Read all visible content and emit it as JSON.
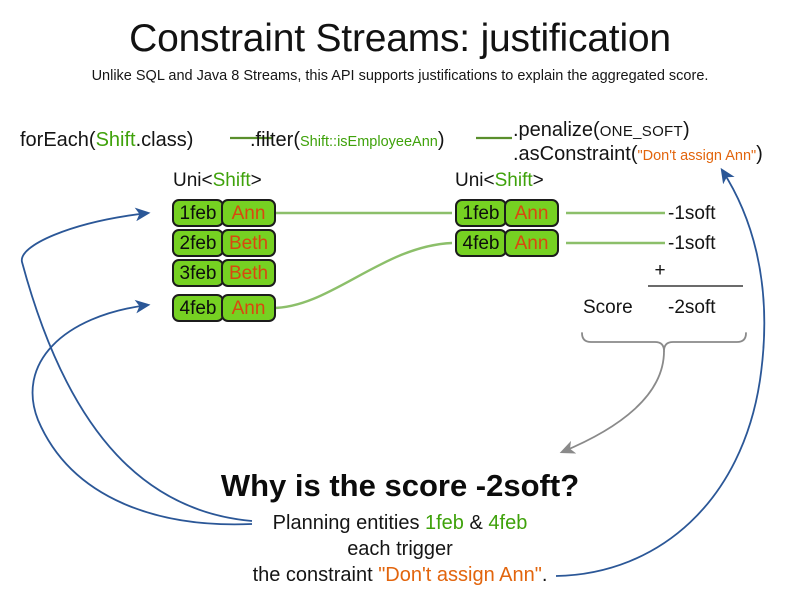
{
  "page": {
    "title": "Constraint Streams: justification",
    "subtitle": "Unlike SQL and Java 8 Streams, this API supports justifications to explain the aggregated score."
  },
  "colors": {
    "entity_green": "#76d122",
    "type_green": "#3fa20b",
    "connector_green": "#8cbf6a",
    "constraint_orange": "#e2650d",
    "name_orange": "#d9480f",
    "arrow_blue": "#2b5797",
    "brace_gray": "#6b6b6b",
    "text_black": "#141414"
  },
  "pipeline": {
    "for_each": {
      "call": "forEach(",
      "type": "Shift",
      "tail": ".class)"
    },
    "filter": {
      "call": ".filter(",
      "arg": "Shift::isEmployeeAnn",
      "tail": ")"
    },
    "penalize": {
      "call": ".penalize(",
      "arg": "ONE_SOFT",
      "tail": ")"
    },
    "as_constraint": {
      "call": ".asConstraint(",
      "arg": "\"Don't assign Ann\"",
      "tail": ")"
    }
  },
  "streams": [
    {
      "id": "left",
      "caption_prefix": "Uni<",
      "caption_type": "Shift",
      "caption_suffix": ">",
      "rows": [
        {
          "date": "1feb",
          "name": "Ann"
        },
        {
          "date": "2feb",
          "name": "Beth"
        },
        {
          "date": "3feb",
          "name": "Beth"
        },
        {
          "date": "4feb",
          "name": "Ann"
        }
      ]
    },
    {
      "id": "right",
      "caption_prefix": "Uni<",
      "caption_type": "Shift",
      "caption_suffix": ">",
      "rows": [
        {
          "date": "1feb",
          "name": "Ann"
        },
        {
          "date": "4feb",
          "name": "Ann"
        }
      ]
    }
  ],
  "score_panel": {
    "impacts": [
      "-1soft",
      "-1soft"
    ],
    "operator": "+",
    "score_label": "Score",
    "total": "-2soft"
  },
  "explanation": {
    "heading": "Why is the score -2soft?",
    "line1_prefix": "Planning entities ",
    "line1_entity_a": "1feb",
    "line1_amp": " & ",
    "line1_entity_b": "4feb",
    "line2": "each trigger",
    "line3_prefix": "the constraint ",
    "line3_constraint": "\"Don't assign Ann\"",
    "line3_suffix": "."
  }
}
